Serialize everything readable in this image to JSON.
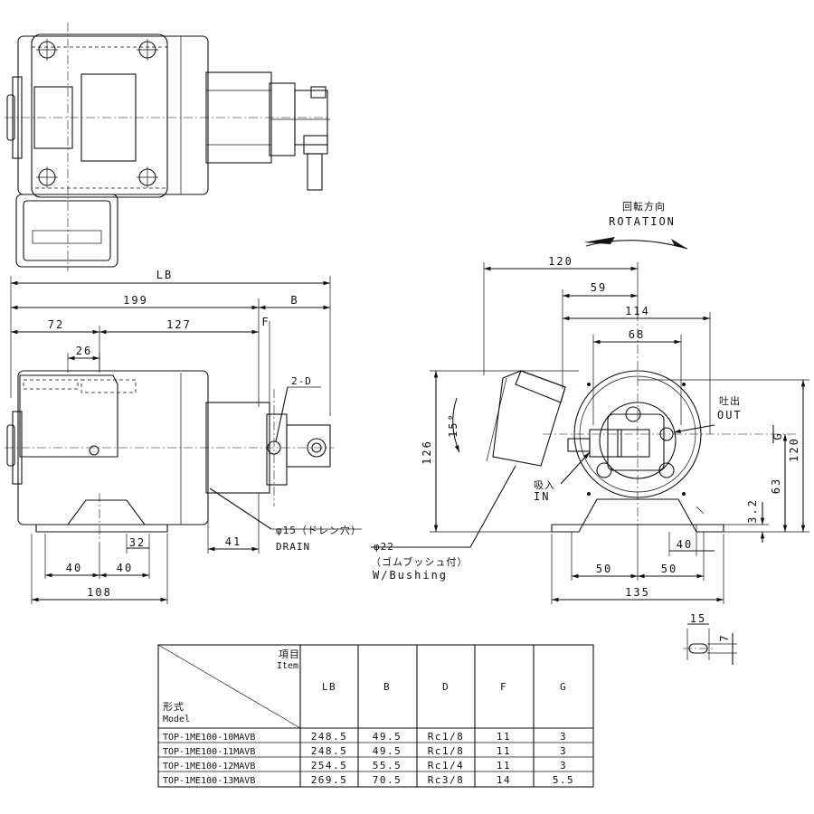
{
  "rotation": {
    "jp": "回転方向",
    "en": "ROTATION"
  },
  "side_view_dims": {
    "lb": "LB",
    "d199": "199",
    "b": "B",
    "d72": "72",
    "d127": "127",
    "f": "F",
    "d26": "26",
    "two_d": "2-D",
    "d32": "32",
    "d40a": "40",
    "d40b": "40",
    "d108": "108",
    "d41": "41"
  },
  "drain": {
    "jp": "φ15（ドレン穴）",
    "en": "DRAIN"
  },
  "bushing": {
    "dia": "φ22",
    "jp": "（ゴムブッシュ付）",
    "en": "W/Bushing"
  },
  "front_view_dims": {
    "d120top": "120",
    "d59": "59",
    "d114": "114",
    "d68": "68",
    "d15deg": "15°",
    "d126": "126",
    "d63": "63",
    "d120right": "120",
    "d3_2": "3.2",
    "g": "G",
    "d40": "40",
    "d50a": "50",
    "d50b": "50",
    "d135": "135"
  },
  "ports": {
    "out_jp": "吐出",
    "out_en": "OUT",
    "in_jp": "吸入",
    "in_en": "IN"
  },
  "slot_detail": {
    "d15": "15",
    "d7": "7"
  },
  "table": {
    "item_jp": "項目",
    "item_en": "Item",
    "model_jp": "形式",
    "model_en": "Model",
    "headers": [
      "LB",
      "B",
      "D",
      "F",
      "G"
    ],
    "rows": [
      {
        "model": "TOP-1ME100-10MAVB",
        "lb": "248.5",
        "b": "49.5",
        "d": "Rc1/8",
        "f": "11",
        "g": "3"
      },
      {
        "model": "TOP-1ME100-11MAVB",
        "lb": "248.5",
        "b": "49.5",
        "d": "Rc1/8",
        "f": "11",
        "g": "3"
      },
      {
        "model": "TOP-1ME100-12MAVB",
        "lb": "254.5",
        "b": "55.5",
        "d": "Rc1/4",
        "f": "11",
        "g": "3"
      },
      {
        "model": "TOP-1ME100-13MAVB",
        "lb": "269.5",
        "b": "70.5",
        "d": "Rc3/8",
        "f": "14",
        "g": "5.5"
      }
    ]
  }
}
